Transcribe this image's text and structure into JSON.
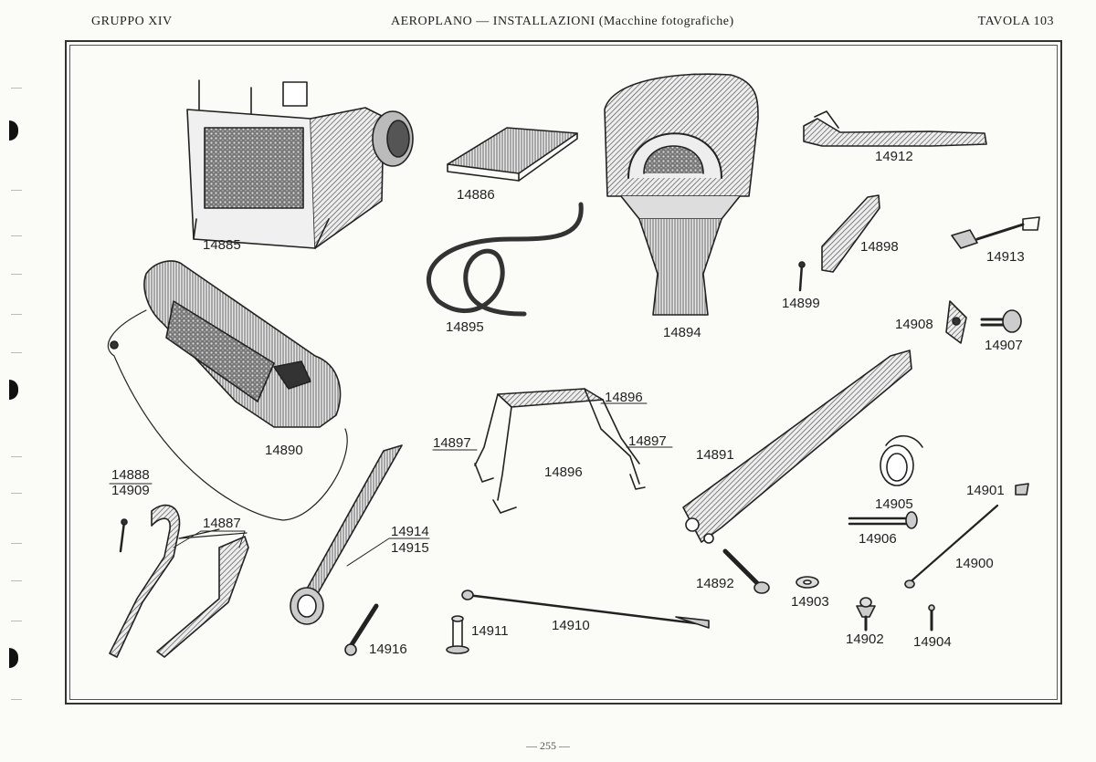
{
  "header": {
    "group": "GRUPPO XIV",
    "title": "AEROPLANO — INSTALLAZIONI (Macchine fotografiche)",
    "plate": "TAVOLA 103"
  },
  "footer": {
    "page": "— 255 —"
  },
  "labels": {
    "p14885": "14885",
    "p14886": "14886",
    "p14895": "14895",
    "p14894": "14894",
    "p14912": "14912",
    "p14898": "14898",
    "p14899": "14899",
    "p14913": "14913",
    "p14908": "14908",
    "p14907": "14907",
    "p14890": "14890",
    "p14896a": "14896",
    "p14897a": "14897",
    "p14897b": "14897",
    "p14896b": "14896",
    "p14891": "14891",
    "p14905": "14905",
    "p14888": "14888",
    "p14909": "14909",
    "p14887": "14887",
    "p14914": "14914",
    "p14915": "14915",
    "p14901": "14901",
    "p14906": "14906",
    "p14900": "14900",
    "p14892": "14892",
    "p14903": "14903",
    "p14911": "14911",
    "p14910": "14910",
    "p14916": "14916",
    "p14902": "14902",
    "p14904": "14904"
  }
}
